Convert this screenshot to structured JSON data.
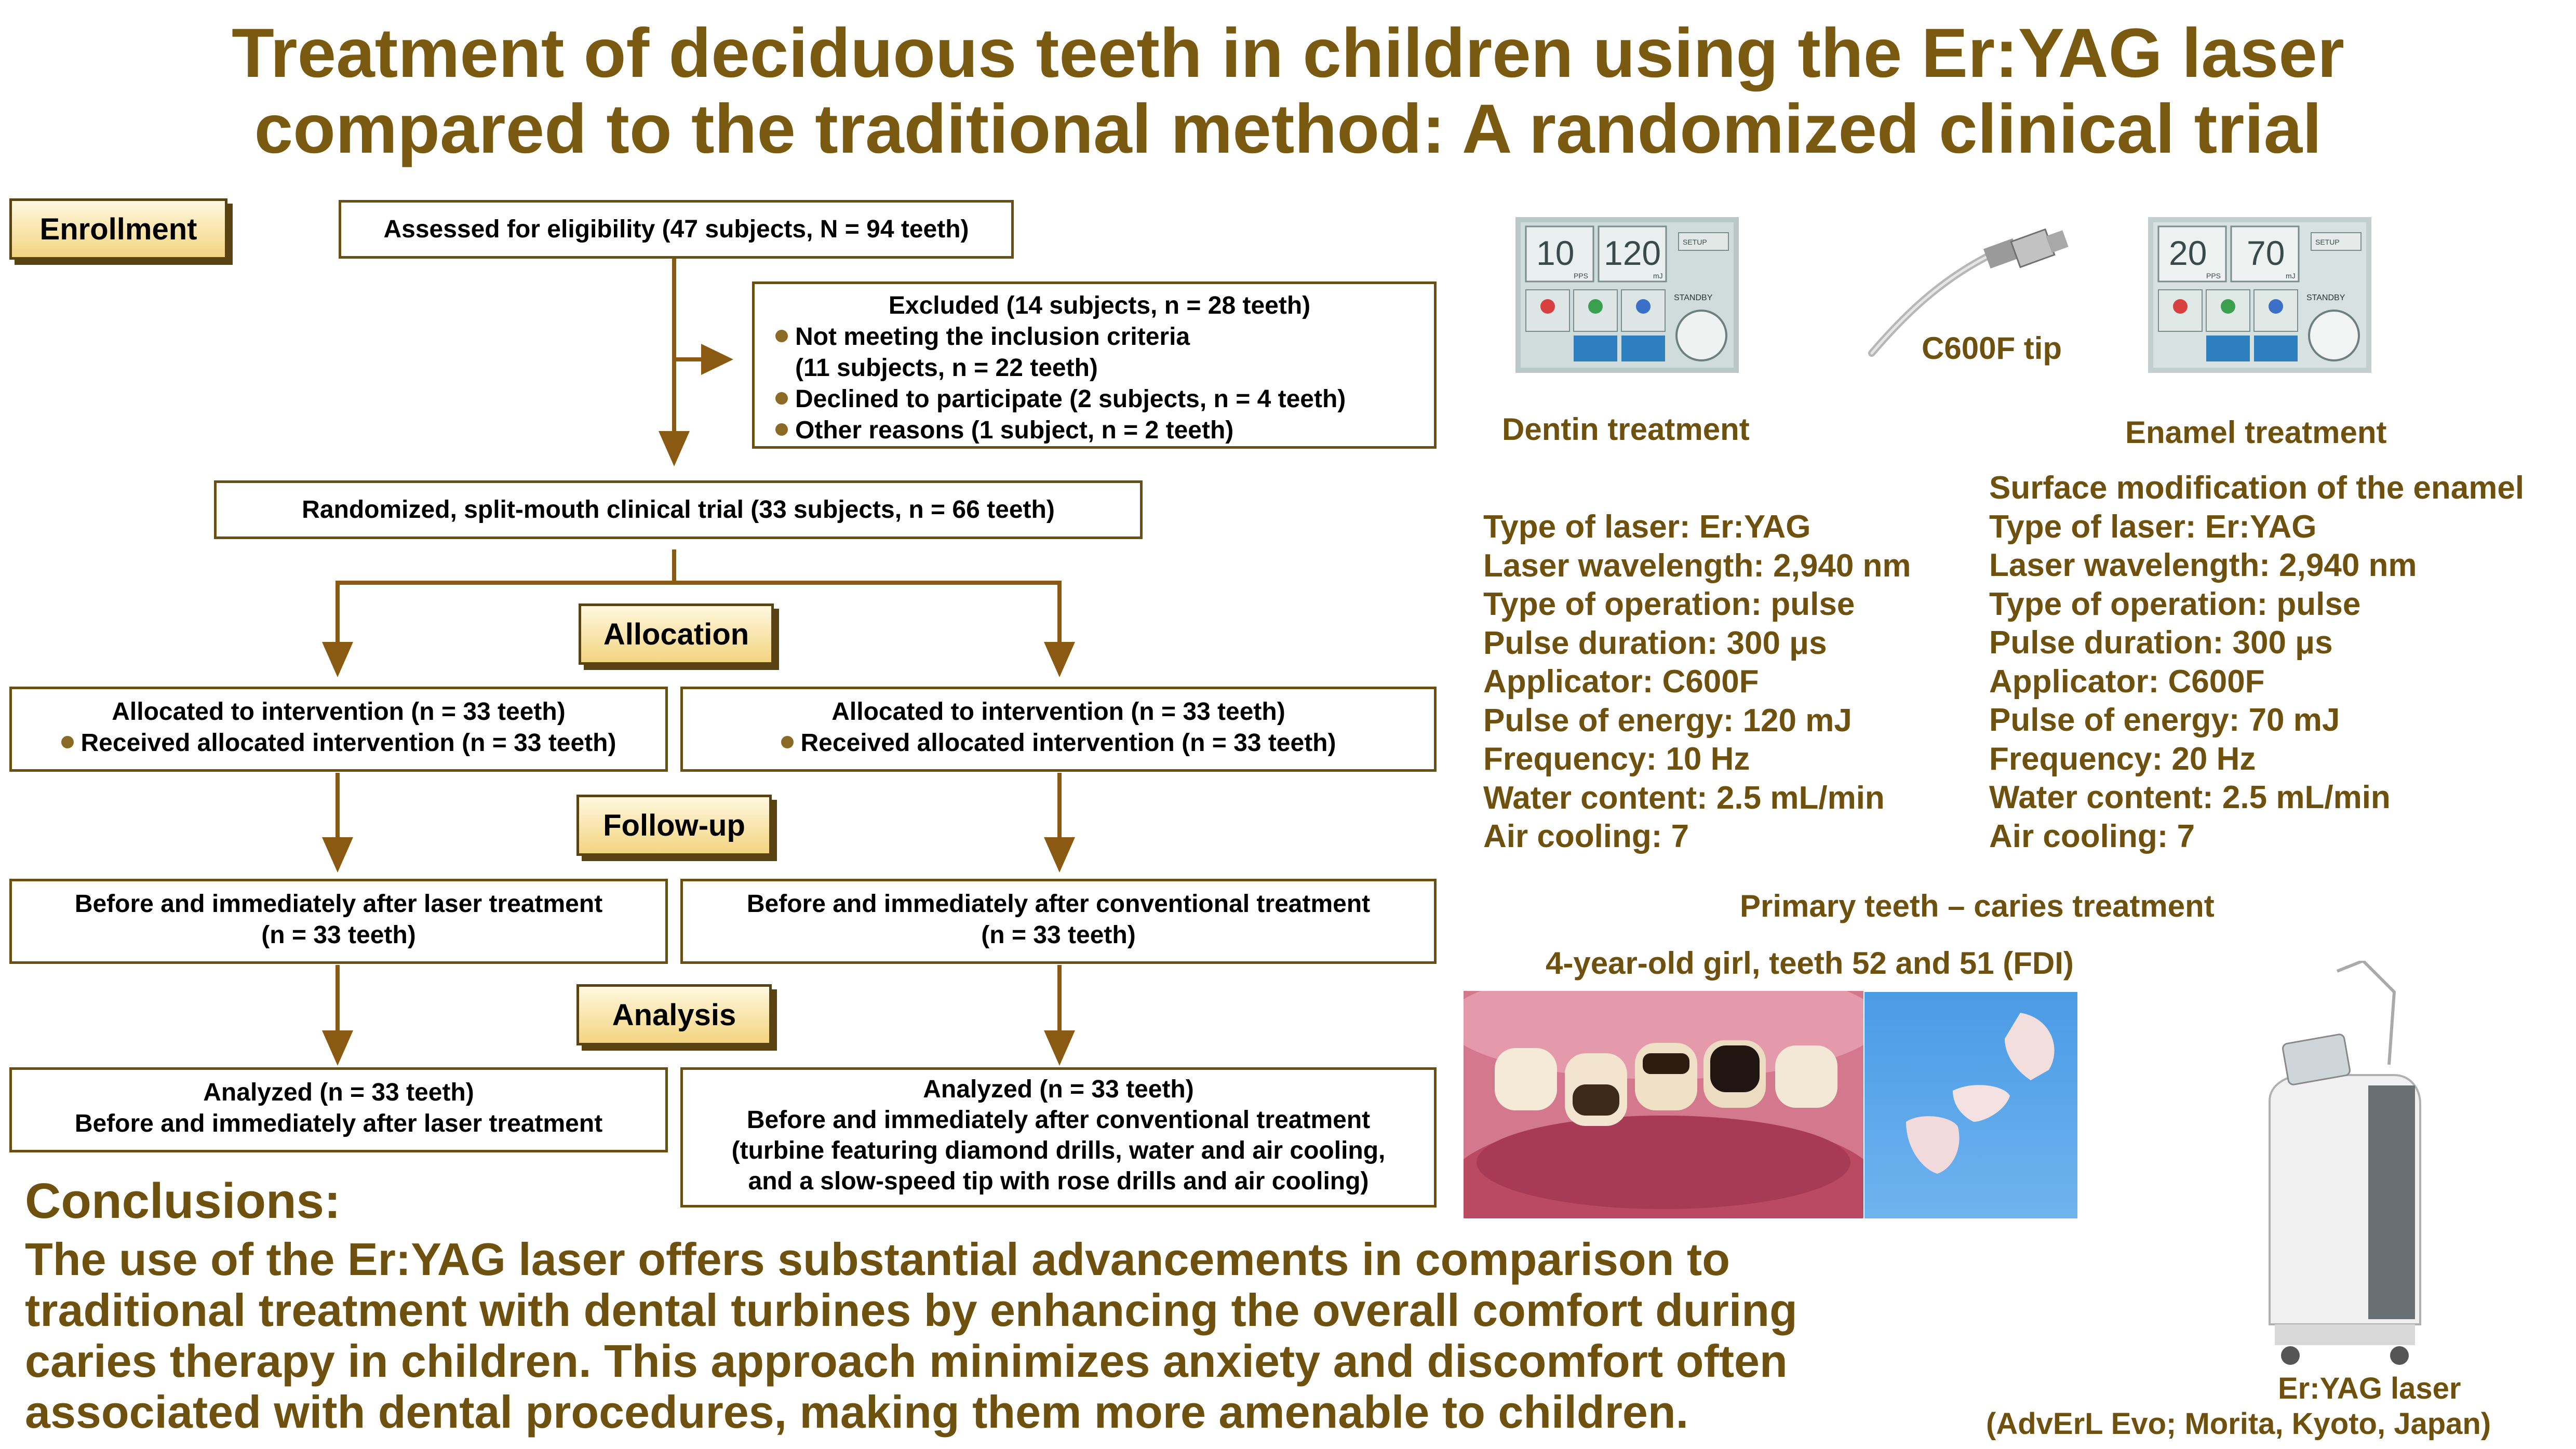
{
  "title": {
    "line1": "Treatment of deciduous teeth in children using the Er:YAG laser",
    "line2": "compared to the traditional method: A randomized clinical trial"
  },
  "stages": {
    "enrollment": "Enrollment",
    "allocation": "Allocation",
    "followup": "Follow-up",
    "analysis": "Analysis"
  },
  "flow": {
    "assessed": "Assessed for eligibility (47 subjects, N = 94 teeth)",
    "excluded": {
      "head": "Excluded (14 subjects, n = 28 teeth)",
      "b1a": "Not meeting the inclusion criteria",
      "b1b": "(11 subjects, n = 22 teeth)",
      "b2": "Declined to participate (2 subjects, n = 4 teeth)",
      "b3": "Other reasons (1 subject, n = 2 teeth)"
    },
    "randomized": "Randomized, split-mouth clinical trial (33 subjects, n = 66 teeth)",
    "alloc_left": {
      "l1": "Allocated to intervention (n = 33 teeth)",
      "l2": "Received allocated intervention (n = 33 teeth)"
    },
    "alloc_right": {
      "l1": "Allocated to intervention (n = 33 teeth)",
      "l2": "Received allocated intervention (n = 33 teeth)"
    },
    "follow_left": {
      "l1": "Before and immediately after laser treatment",
      "l2": "(n = 33 teeth)"
    },
    "follow_right": {
      "l1": "Before and immediately after conventional treatment",
      "l2": "(n = 33 teeth)"
    },
    "analysis_left": {
      "l1": "Analyzed (n = 33 teeth)",
      "l2": "Before and immediately after laser treatment"
    },
    "analysis_right": {
      "l1": "Analyzed (n = 33 teeth)",
      "l2": "Before and immediately after conventional treatment",
      "l3": "(turbine featuring diamond drills, water and air cooling,",
      "l4": "and a slow-speed tip with rose drills and air cooling)"
    }
  },
  "device": {
    "dentin_panel": {
      "left": "10",
      "right": "120",
      "unit_left": "PPS",
      "unit_right": "mJ",
      "btn": "STANDBY",
      "top_btn": "SETUP"
    },
    "enamel_panel": {
      "left": "20",
      "right": "70",
      "unit_left": "PPS",
      "unit_right": "mJ",
      "btn": "STANDBY",
      "top_btn": "SETUP"
    },
    "tip_label": "C600F tip",
    "dentin_label": "Dentin treatment",
    "enamel_label": "Enamel treatment"
  },
  "dentin_spec": [
    "Type of laser: Er:YAG",
    "Laser wavelength: 2,940 nm",
    "Type of operation: pulse",
    "Pulse duration: 300 μs",
    "Applicator: C600F",
    "Pulse of energy: 120 mJ",
    "Frequency: 10 Hz",
    "Water content: 2.5 mL/min",
    "Air cooling: 7"
  ],
  "enamel_spec": [
    "Surface modification of the enamel",
    "Type of laser: Er:YAG",
    "Laser wavelength: 2,940 nm",
    "Type of operation: pulse",
    "Pulse duration: 300 μs",
    "Applicator: C600F",
    "Pulse of energy: 70 mJ",
    "Frequency: 20 Hz",
    "Water content: 2.5 mL/min",
    "Air cooling: 7"
  ],
  "case": {
    "heading": "Primary teeth – caries treatment",
    "subheading": "4-year-old girl, teeth 52 and 51 (FDI)"
  },
  "laser_caption": {
    "l1": "Er:YAG laser",
    "l2": "(AdvErL Evo; Morita, Kyoto, Japan)"
  },
  "conclusions": {
    "heading": "Conclusions:",
    "lines": [
      "The use of the Er:YAG laser offers substantial advancements in comparison to",
      "traditional treatment with dental turbines by enhancing the overall comfort during",
      "caries therapy in children. This approach minimizes anxiety and discomfort often",
      "associated with dental procedures, making them more amenable to children."
    ]
  },
  "colors": {
    "title": "#7a5a10",
    "border": "#6b4e12",
    "stage_fill": "#f3d480",
    "arrow": "#8a5a12"
  }
}
